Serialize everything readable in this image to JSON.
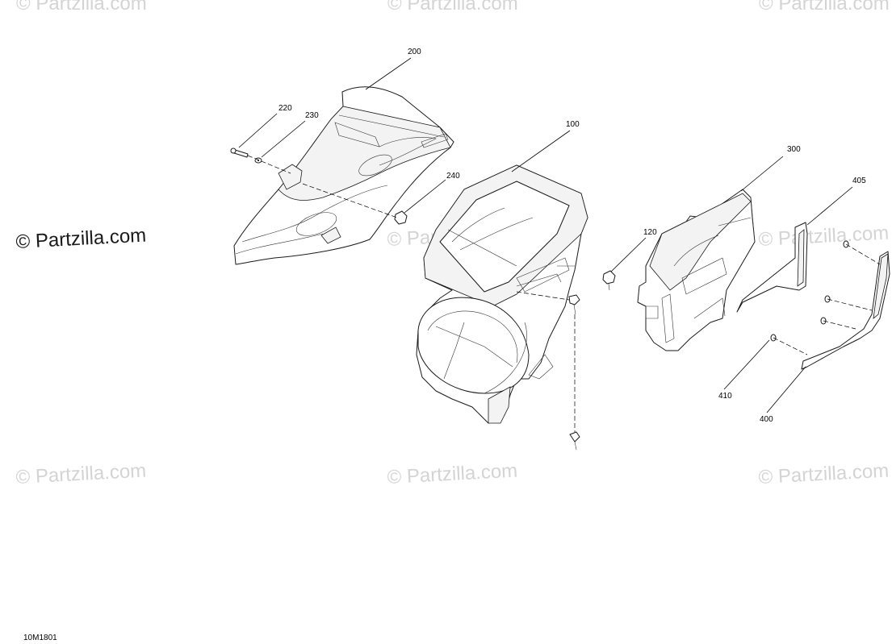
{
  "watermark": {
    "text": "© Partzilla.com"
  },
  "callouts": {
    "c100": "100",
    "c120": "120",
    "c200": "200",
    "c220": "220",
    "c230": "230",
    "c240": "240",
    "c300": "300",
    "c400": "400",
    "c405": "405",
    "c410": "410"
  },
  "drawing_code": "10M1801"
}
